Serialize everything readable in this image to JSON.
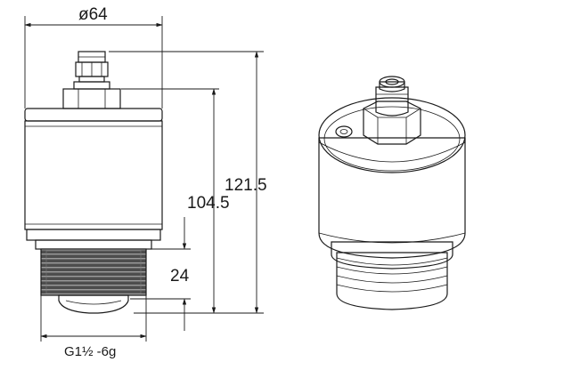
{
  "dimensions": {
    "diameter": "ø64",
    "total_height": "121.5",
    "body_height": "104.5",
    "thread_length": "24",
    "thread_spec": "G1½ -6g"
  },
  "colors": {
    "line": "#1a1a1a",
    "body_shade": "#e9e9e9",
    "thread_fill": "#5a5a5a",
    "background": "#ffffff"
  }
}
